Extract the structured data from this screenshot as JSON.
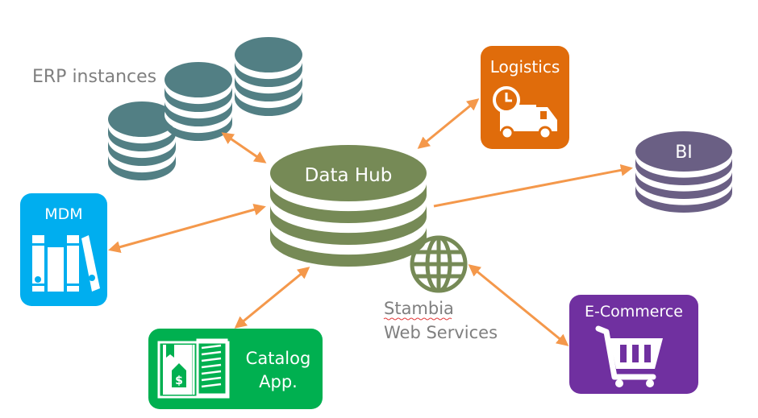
{
  "colors": {
    "erp": "#527f84",
    "hub": "#768a56",
    "bi": "#6a5f84",
    "logistics": "#e06c0b",
    "mdm": "#00aeef",
    "catalog": "#00b050",
    "ecommerce": "#7030a0",
    "arrow": "#f4984b",
    "label_gray": "#7f7f7f",
    "white": "#ffffff"
  },
  "nodes": {
    "erp": {
      "label": "ERP instances",
      "icon": "database-icon"
    },
    "hub": {
      "label": "Data Hub",
      "icon": "database-icon"
    },
    "logistics": {
      "label": "Logistics",
      "icon": "delivery-truck-clock-icon"
    },
    "bi": {
      "label": "BI",
      "icon": "database-icon"
    },
    "mdm": {
      "label": "MDM",
      "icon": "books-icon"
    },
    "catalog": {
      "label_line1": "Catalog",
      "label_line2": "App.",
      "icon": "price-catalog-book-icon"
    },
    "webservices": {
      "label_line1": "Stambia",
      "label_line2": "Web Services",
      "icon": "globe-icon"
    },
    "ecommerce": {
      "label": "E-Commerce",
      "icon": "shopping-cart-icon"
    }
  },
  "connections": [
    {
      "from": "erp",
      "to": "hub",
      "direction": "both"
    },
    {
      "from": "hub",
      "to": "logistics",
      "direction": "both"
    },
    {
      "from": "hub",
      "to": "bi",
      "direction": "forward"
    },
    {
      "from": "hub",
      "to": "mdm",
      "direction": "both"
    },
    {
      "from": "hub",
      "to": "catalog",
      "direction": "both"
    },
    {
      "from": "webservices",
      "to": "ecommerce",
      "direction": "both"
    }
  ]
}
